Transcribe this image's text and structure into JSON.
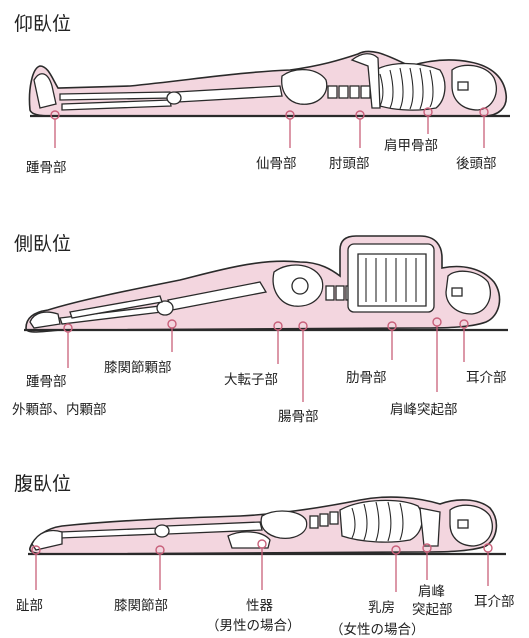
{
  "supine": {
    "title": "仰臥位",
    "labels": {
      "heel": "踵骨部",
      "sacrum": "仙骨部",
      "elbow": "肘頭部",
      "scapula": "肩甲骨部",
      "occiput": "後頭部"
    }
  },
  "lateral": {
    "title": "側臥位",
    "labels": {
      "heel": "踵骨部",
      "malleolus": "外顆部、内顆部",
      "knee_condyle": "膝関節顆部",
      "trochanter": "大転子部",
      "ilium": "腸骨部",
      "ribs": "肋骨部",
      "acromion": "肩峰突起部",
      "ear": "耳介部"
    }
  },
  "prone": {
    "title": "腹臥位",
    "labels": {
      "toes": "趾部",
      "knee": "膝関節部",
      "genitals": "性器",
      "genitals_note": "（男性の場合）",
      "breast": "乳房",
      "breast_note": "（女性の場合）",
      "acromion_line1": "肩峰",
      "acromion_line2": "突起部",
      "ear": "耳介部"
    }
  },
  "colors": {
    "skin": "#f3d6df",
    "marker": "#c8607a",
    "outline": "#2a2a2a"
  }
}
